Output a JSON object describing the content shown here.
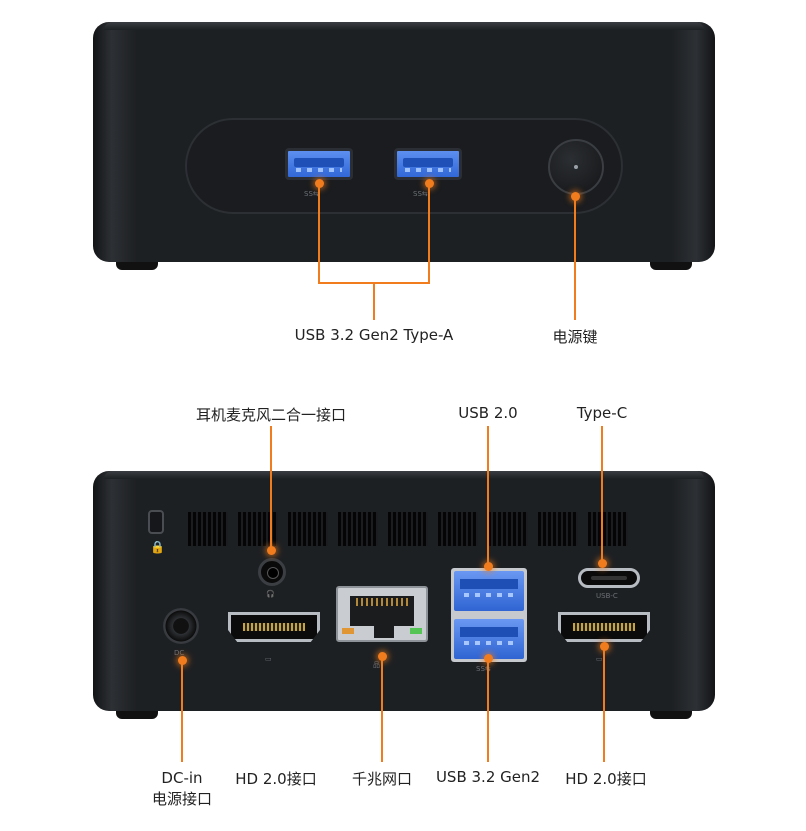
{
  "front_labels": {
    "usb_a": "USB 3.2 Gen2 Type-A",
    "power": "电源键"
  },
  "back_labels_top": {
    "audio": "耳机麦克风二合一接口",
    "usb20": "USB 2.0",
    "typec": "Type-C"
  },
  "back_labels_bottom": {
    "dcin_line1": "DC-in",
    "dcin_line2": "电源接口",
    "hdmi_left": "HD 2.0接口",
    "lan": "千兆网口",
    "usb32": "USB 3.2 Gen2",
    "hdmi_right": "HD 2.0接口"
  },
  "port_marks": {
    "usb_ss": "SS⇆",
    "dc": "DC",
    "typec": "USB-C",
    "lock": "🔒"
  },
  "colors": {
    "callout": "#f07c1e",
    "device_body": "#1d2023",
    "usb3_blue": "#3a6fe0"
  }
}
